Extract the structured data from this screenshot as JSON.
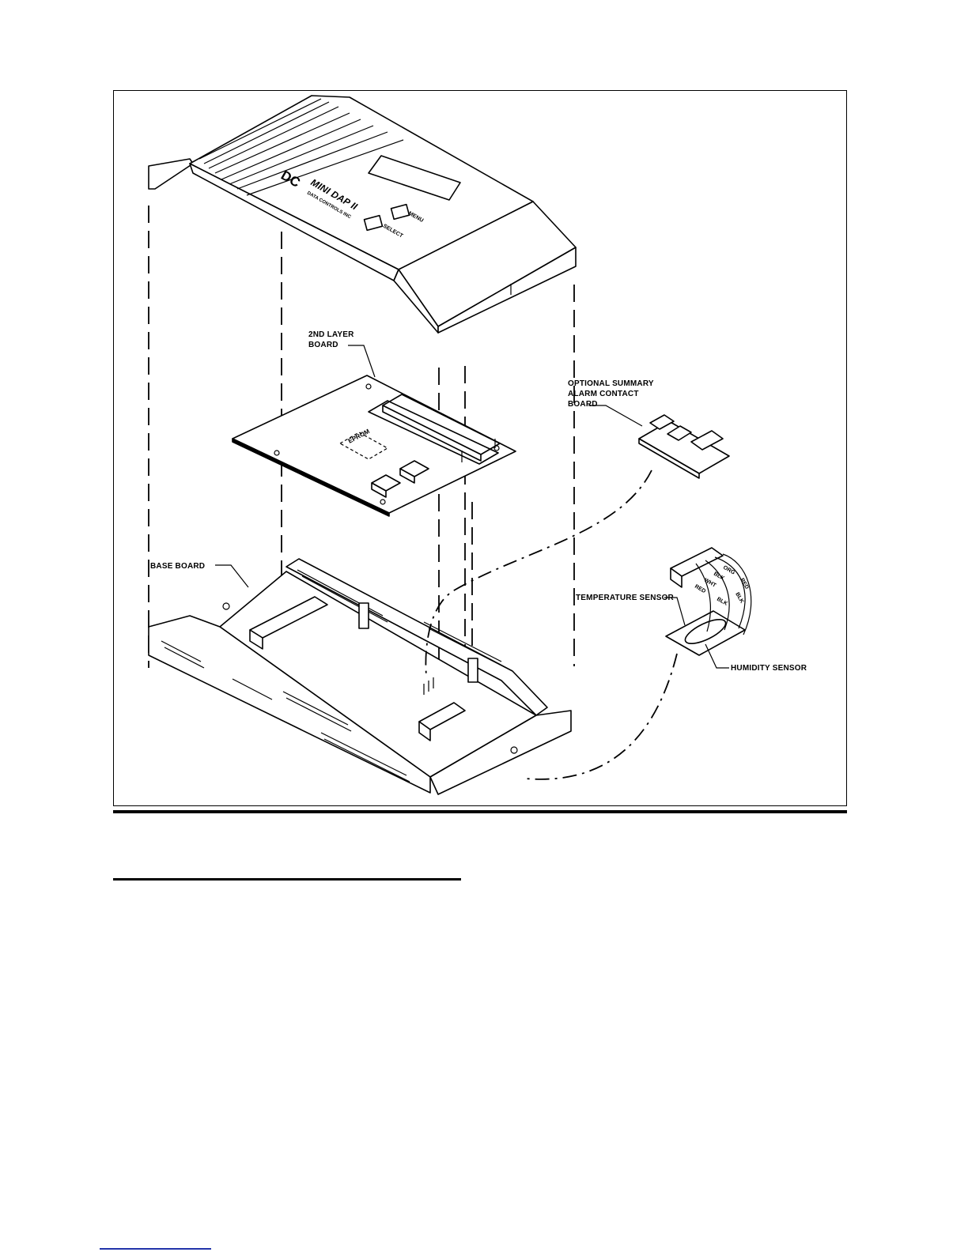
{
  "labels": {
    "second_layer_board_line1": "2ND LAYER",
    "second_layer_board_line2": "BOARD",
    "optional_board_line1": "OPTIONAL SUMMARY",
    "optional_board_line2": "ALARM CONTACT",
    "optional_board_line3": "BOARD",
    "base_board": "BASE BOARD",
    "temperature_sensor": "TEMPERATURE SENSOR",
    "humidity_sensor": "HUMIDITY SENSOR",
    "eprom": "EPROM"
  },
  "cover": {
    "brand_logo": "DC",
    "model_name": "MINI DAP II",
    "brand_subtext": "DATA CONTROLS INC",
    "button_menu": "MENU",
    "button_select": "SELECT"
  },
  "wire_colors": [
    "ORG",
    "BLK",
    "WHT",
    "RED",
    "BLK",
    "RED",
    "BLK"
  ]
}
